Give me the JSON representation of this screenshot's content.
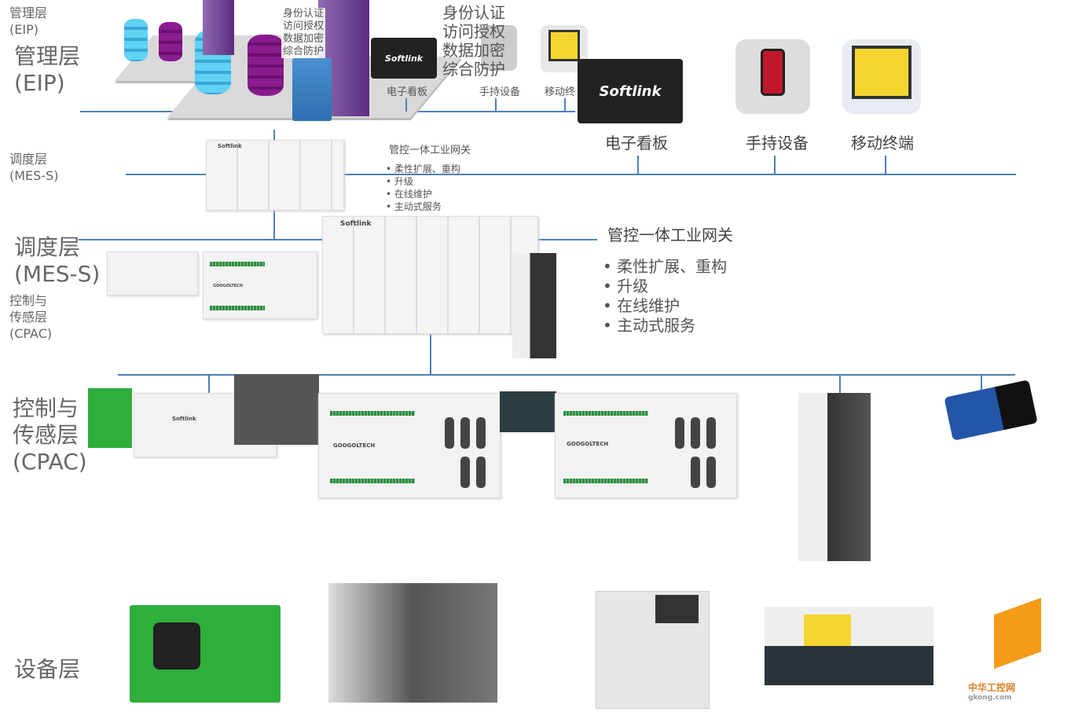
{
  "layers": {
    "eip": {
      "small": "管理层",
      "small_sub": "(EIP)",
      "large": "管理层",
      "large_sub": "(EIP)"
    },
    "mes": {
      "small": "调度层",
      "small_sub": "(MES-S)",
      "large": "调度层",
      "large_sub": "(MES-S)"
    },
    "cpac": {
      "small_1": "控制与",
      "small_2": "传感层",
      "small_sub": "(CPAC)",
      "large_1": "控制与",
      "large_2": "传感层",
      "large_sub": "(CPAC)"
    },
    "device": {
      "large": "设备层"
    }
  },
  "security": {
    "small": [
      "身份认证",
      "访问授权",
      "数据加密",
      "综合防护"
    ],
    "large": [
      "身份认证",
      "访问授权",
      "数据加密",
      "综合防护"
    ]
  },
  "terminals": {
    "small": [
      "电子看板",
      "手持设备",
      "移动终端"
    ],
    "large": [
      "电子看板",
      "手持设备",
      "移动终端"
    ],
    "board_logo": "Softlink"
  },
  "gateway": {
    "title_small": "管控一体工业网关",
    "title_large": "管控一体工业网关",
    "features": [
      "柔性扩展、重构",
      "升级",
      "在线维护",
      "主动式服务"
    ]
  },
  "brands": {
    "softlink": "Softlink",
    "googol": "GOOGOLTECH",
    "watermark": "中华工控网",
    "watermark_url": "gkong.com"
  },
  "colors": {
    "bus": "#4f7fb8",
    "db_cyan": "#5fd3f3",
    "db_purple": "#8a1c8e",
    "terminal_green": "#2e8b3e"
  }
}
